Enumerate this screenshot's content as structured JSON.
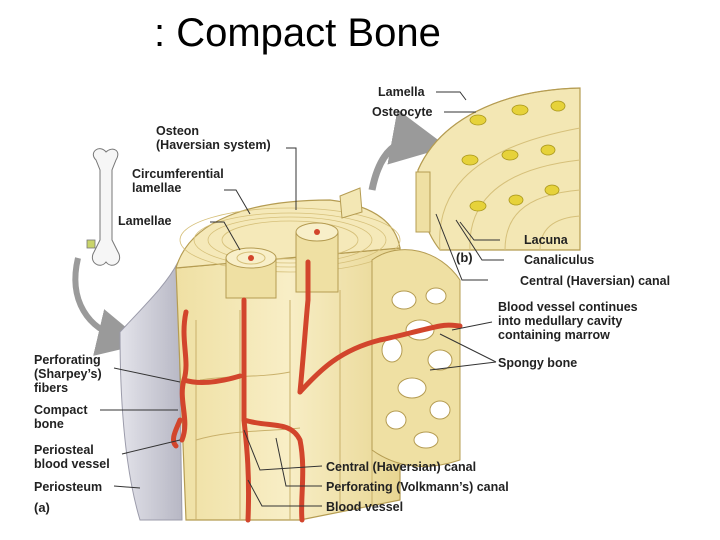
{
  "title": ": Compact Bone",
  "labels": {
    "lamella": "Lamella",
    "osteocyte": "Osteocyte",
    "osteon": [
      "Osteon",
      "(Haversian system)"
    ],
    "circumferential": [
      "Circumferential",
      "lamellae"
    ],
    "lamellae": "Lamellae",
    "lacuna": "Lacuna",
    "canaliculus": "Canaliculus",
    "central_canal_b": "Central (Haversian) canal",
    "blood_vessel_continues": [
      "Blood vessel continues",
      "into medullary cavity",
      "containing marrow"
    ],
    "spongy_bone": "Spongy bone",
    "perforating_fibers": [
      "Perforating",
      "(Sharpey’s)",
      "fibers"
    ],
    "compact_bone": [
      "Compact",
      "bone"
    ],
    "periosteal_vessel": [
      "Periosteal",
      "blood vessel"
    ],
    "periosteum": "Periosteum",
    "central_canal_a": "Central (Haversian) canal",
    "volkmann_canal": "Perforating (Volkmann’s) canal",
    "blood_vessel": "Blood vessel",
    "panel_a": "(a)",
    "panel_b": "(b)"
  },
  "colors": {
    "bone": "#f3e7b4",
    "bone_dark": "#d9c47f",
    "bone_edge": "#b59c52",
    "vessel": "#d2452c",
    "periosteum": "#c9c9d3",
    "osteocyte": "#e6d23a",
    "leader": "#333333",
    "arrow": "#9a9a9a"
  }
}
